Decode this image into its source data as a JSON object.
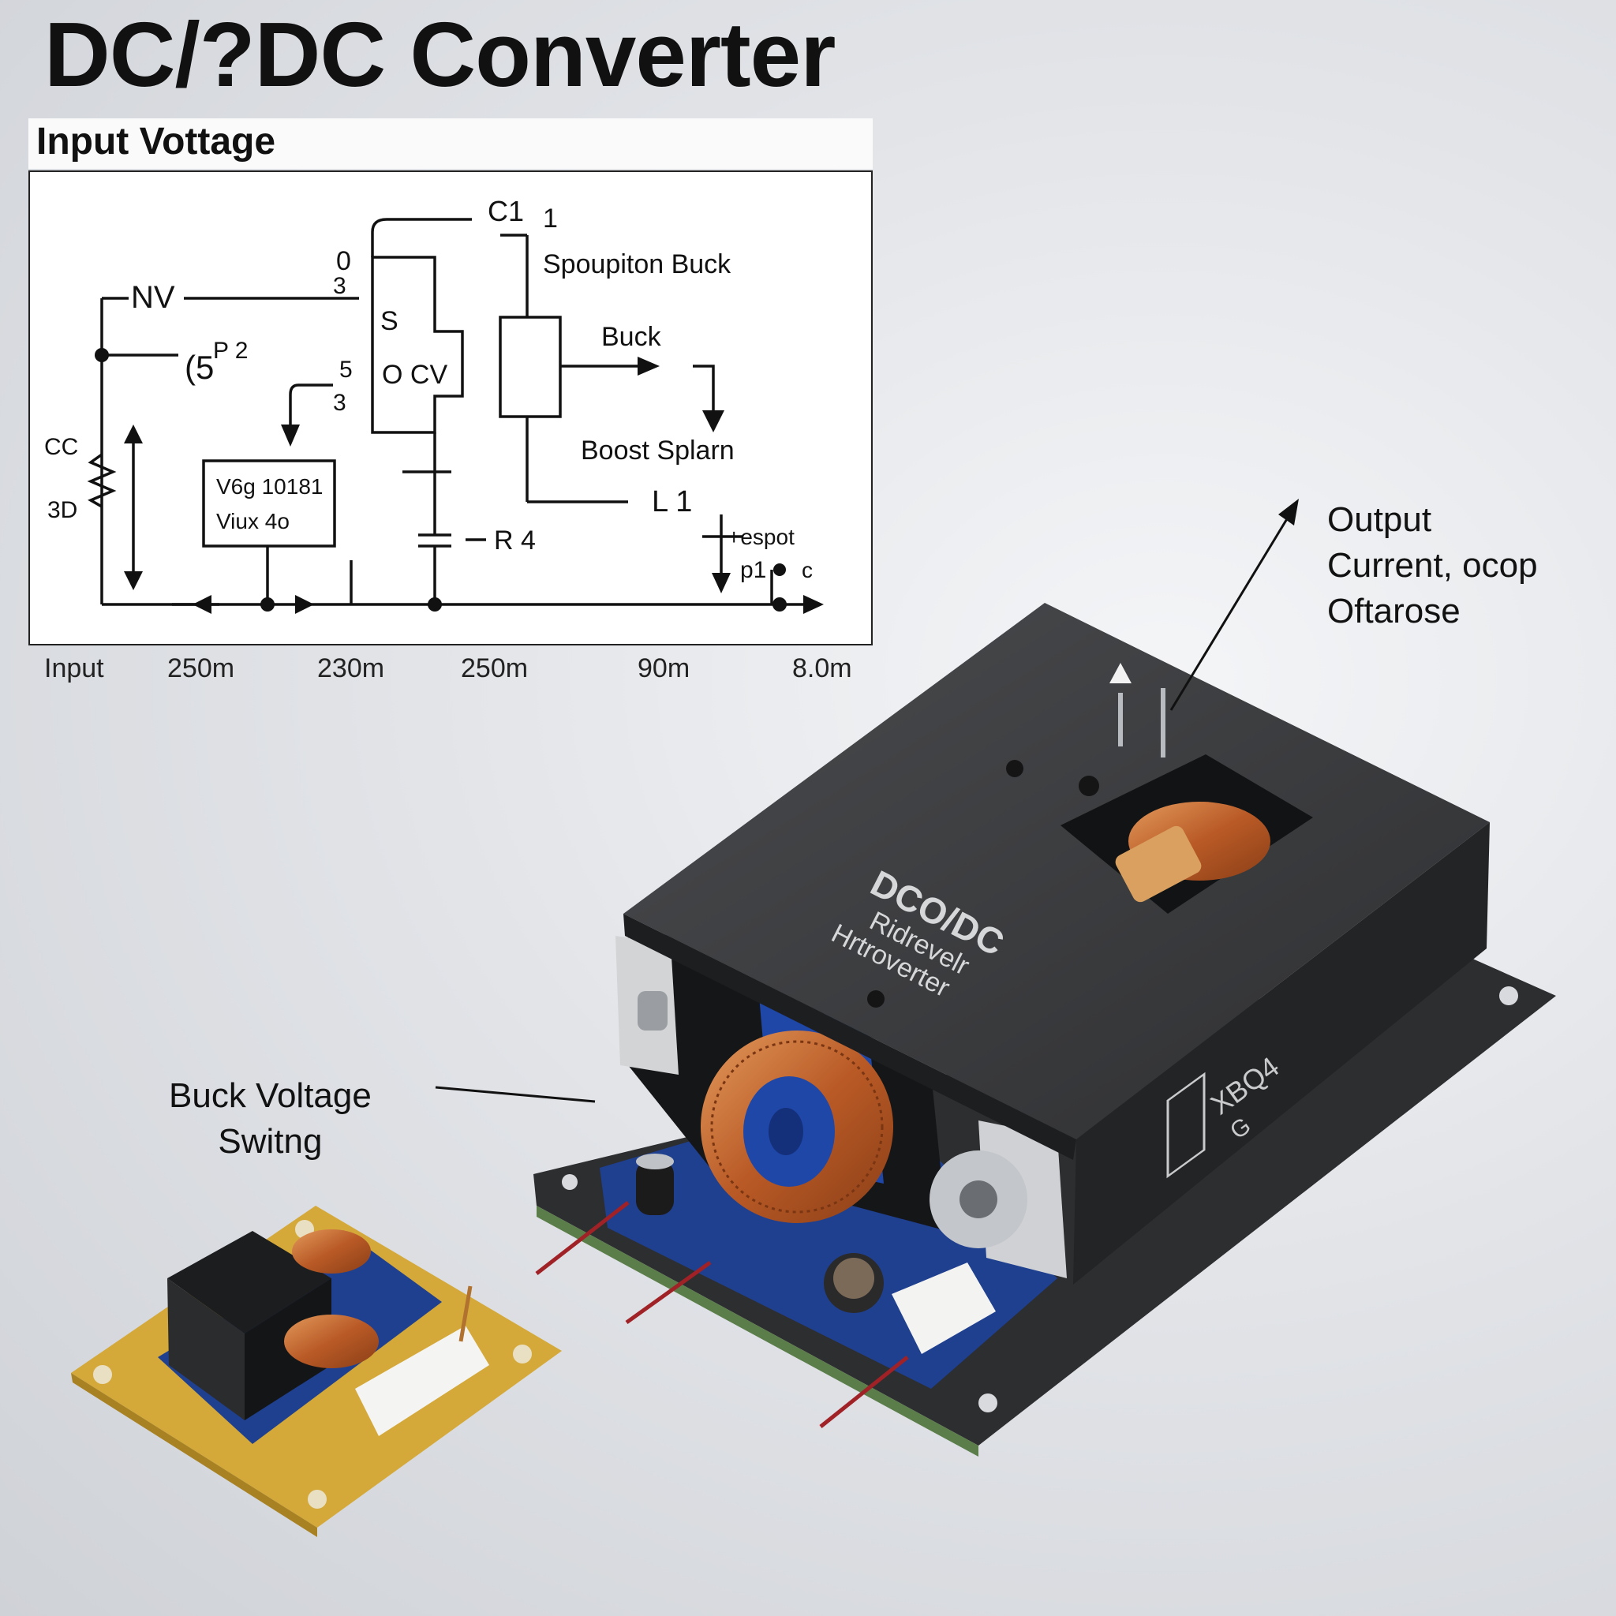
{
  "title": "DC/?DC Converter",
  "schematic": {
    "heading": "Input Vottage",
    "labels": {
      "c1": "C1",
      "one": "1",
      "nv": "NV",
      "zero": "0",
      "three_a": "3",
      "sep_buck": "Spoupiton Buck",
      "s": "S",
      "o_cv": "O CV",
      "p2": "P 2",
      "five_a": "(5",
      "five_b": "5",
      "three_b": "3",
      "buck": "Buck",
      "boost": "Boost Splarn",
      "cc": "CC",
      "three_d": "3D",
      "box_line1": "V6g 10181",
      "box_line2": "Viux 4o",
      "l1": "L 1",
      "r4": "R 4",
      "espot": "+espot",
      "p1": "p1",
      "c": "c"
    },
    "scale_labels": [
      "Input",
      "250m",
      "230m",
      "250m",
      "90m",
      "8.0m"
    ]
  },
  "callouts": {
    "output_lines": [
      "Output",
      "Current, ocop",
      "Oftarose"
    ],
    "buck_lines": [
      "Buck Voltage",
      "Switng"
    ]
  },
  "device": {
    "lid_text_lines": [
      "DCO/DC",
      "Ridrevelr",
      "Hrtroverter"
    ],
    "model_lines": [
      "XBQ4",
      "G"
    ]
  },
  "colors": {
    "housing": "#3a3b3d",
    "pcb_blue": "#1f3f8f",
    "pcb_yellow": "#d4a93a",
    "copper": "#c5682f",
    "lead_red": "#a02226"
  }
}
